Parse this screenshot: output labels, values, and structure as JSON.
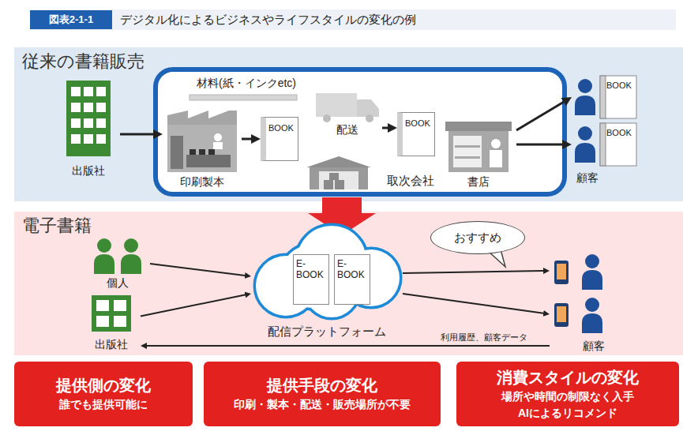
{
  "diagram": {
    "title": "デジタル化によるビジネスやライフスタイルの変化の例",
    "nodes": [
      {
        "text": [
          "従来の書籍販売"
        ]
      },
      {
        "text": [
          "出版社"
        ],
        "in": 0
      },
      {
        "text": [
          "材料(紙・インクetc)"
        ],
        "in": 0
      },
      {
        "text": [
          "印刷製本"
        ],
        "in": 0
      },
      {
        "text": [
          "BOOK"
        ],
        "in": 0
      },
      {
        "text": [
          "配送"
        ],
        "in": 0
      },
      {
        "text": [
          "BOOK"
        ],
        "in": 0
      },
      {
        "text": [
          "取次会社"
        ],
        "in": 0
      },
      {
        "text": [
          "書店"
        ],
        "in": 0
      },
      {
        "text": [
          "顧客"
        ],
        "in": 0
      },
      {
        "text": [
          "BOOK"
        ],
        "in": 9
      },
      {
        "text": [
          "BOOK"
        ],
        "in": 9
      },
      {
        "text": [
          "電子書籍"
        ]
      },
      {
        "text": [
          "個人"
        ],
        "in": 12
      },
      {
        "text": [
          "出版社"
        ],
        "in": 12
      },
      {
        "text": [
          "配信プラットフォーム"
        ],
        "in": 12
      },
      {
        "text": [
          "E- BOOK"
        ],
        "in": 15
      },
      {
        "text": [
          "E- BOOK"
        ],
        "in": 15
      },
      {
        "text": [
          "おすすめ"
        ],
        "in": 12
      },
      {
        "text": [
          "顧客"
        ],
        "in": 12
      },
      {
        "text": [
          "提供側の変化",
          "誰でも提供可能に"
        ]
      },
      {
        "text": [
          "提供手段の変化",
          "印刷・製本・配送・販売場所が不要"
        ]
      },
      {
        "text": [
          "消費スタイルの変化",
          "場所や時間の制限なく入手",
          "AIによるリコメンド"
        ]
      }
    ],
    "edges": [
      {
        "from": 1,
        "to": 3,
        "arrow": "to"
      },
      {
        "from": 3,
        "to": 4,
        "arrow": "to"
      },
      {
        "from": 5,
        "to": 6,
        "arrow": "to"
      },
      {
        "from": 8,
        "to": 10,
        "arrow": "to"
      },
      {
        "from": 8,
        "to": 11,
        "arrow": "to"
      },
      {
        "from": 13,
        "to": 15,
        "arrow": "to"
      },
      {
        "from": 14,
        "to": 15,
        "arrow": "to"
      },
      {
        "from": 15,
        "to": 19,
        "arrow": "to"
      },
      {
        "from": 15,
        "to": 19,
        "arrow": "to"
      },
      {
        "from": 19,
        "to": 14,
        "label": "利用履歴、顧客データ",
        "arrow": "to"
      }
    ],
    "labels": [
      "図表2-1-1"
    ]
  }
}
